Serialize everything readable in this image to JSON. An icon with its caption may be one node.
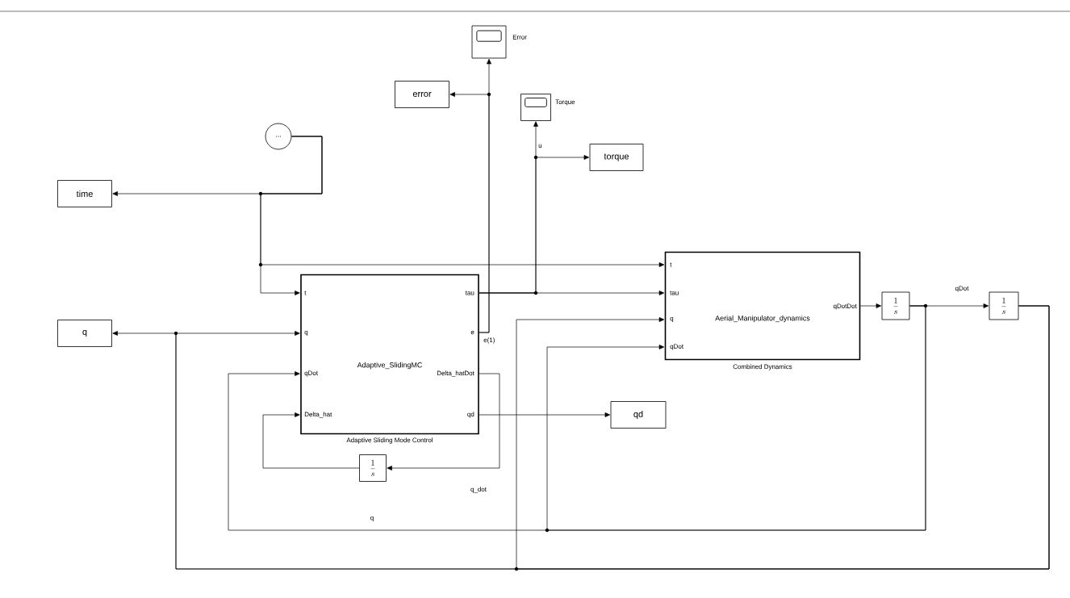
{
  "diagram": {
    "nodes": [
      {
        "text": [],
        "shape": "box",
        "beside": [
          "Error"
        ]
      },
      {
        "text": [
          "error"
        ]
      },
      {
        "text": [],
        "shape": "box",
        "beside": [
          "Torque"
        ]
      },
      {
        "text": [
          "torque"
        ]
      },
      {
        "text": [
          "..."
        ]
      },
      {
        "text": [
          "time"
        ]
      },
      {
        "text": [
          "Adaptive_SlidingMC",
          "t",
          "q",
          "qDot",
          "Delta_hat",
          "tau",
          "e",
          "Delta_hatDot",
          "qd"
        ],
        "beside": [
          "Adaptive Sliding Mode Control"
        ]
      },
      {
        "text": [
          "q"
        ]
      },
      {
        "text": [
          "Aerial_Manipulator_dynamics",
          "t",
          "tau",
          "q",
          "qDot",
          "qDotDot"
        ],
        "beside": [
          "Combined Dynamics"
        ]
      },
      {
        "text": [
          "\\frac{1}{s}"
        ]
      },
      {
        "text": [
          "\\frac{1}{s}"
        ]
      },
      {
        "text": [
          "qd"
        ]
      },
      {
        "text": [
          "\\frac{1}{s}"
        ]
      }
    ],
    "edges": [
      {
        "from": 4,
        "to": 5,
        "arrow": "to"
      },
      {
        "from": 4,
        "to": 6,
        "arrow": "to"
      },
      {
        "from": 4,
        "to": 8,
        "arrow": "to"
      },
      {
        "from": 6,
        "to": 0,
        "arrow": "to",
        "label": "e(1)"
      },
      {
        "from": 6,
        "to": 1,
        "arrow": "to"
      },
      {
        "from": 6,
        "to": 8,
        "arrow": "to"
      },
      {
        "from": 6,
        "to": 2,
        "arrow": "to",
        "label": "u"
      },
      {
        "from": 6,
        "to": 3,
        "arrow": "to"
      },
      {
        "from": 8,
        "to": 9,
        "arrow": "to"
      },
      {
        "from": 9,
        "to": 10,
        "arrow": "to",
        "label": "qDot"
      },
      {
        "from": 9,
        "to": 6,
        "arrow": "to"
      },
      {
        "from": 9,
        "to": 8,
        "arrow": "to"
      },
      {
        "from": 10,
        "to": 7,
        "arrow": "to"
      },
      {
        "from": 10,
        "to": 6,
        "arrow": "to"
      },
      {
        "from": 10,
        "to": 8,
        "arrow": "to"
      },
      {
        "from": 6,
        "to": 12,
        "arrow": "to"
      },
      {
        "from": 12,
        "to": 6,
        "arrow": "to"
      },
      {
        "from": 6,
        "to": 11,
        "arrow": "to"
      }
    ],
    "labels": [
      "q_dot",
      "q"
    ]
  }
}
